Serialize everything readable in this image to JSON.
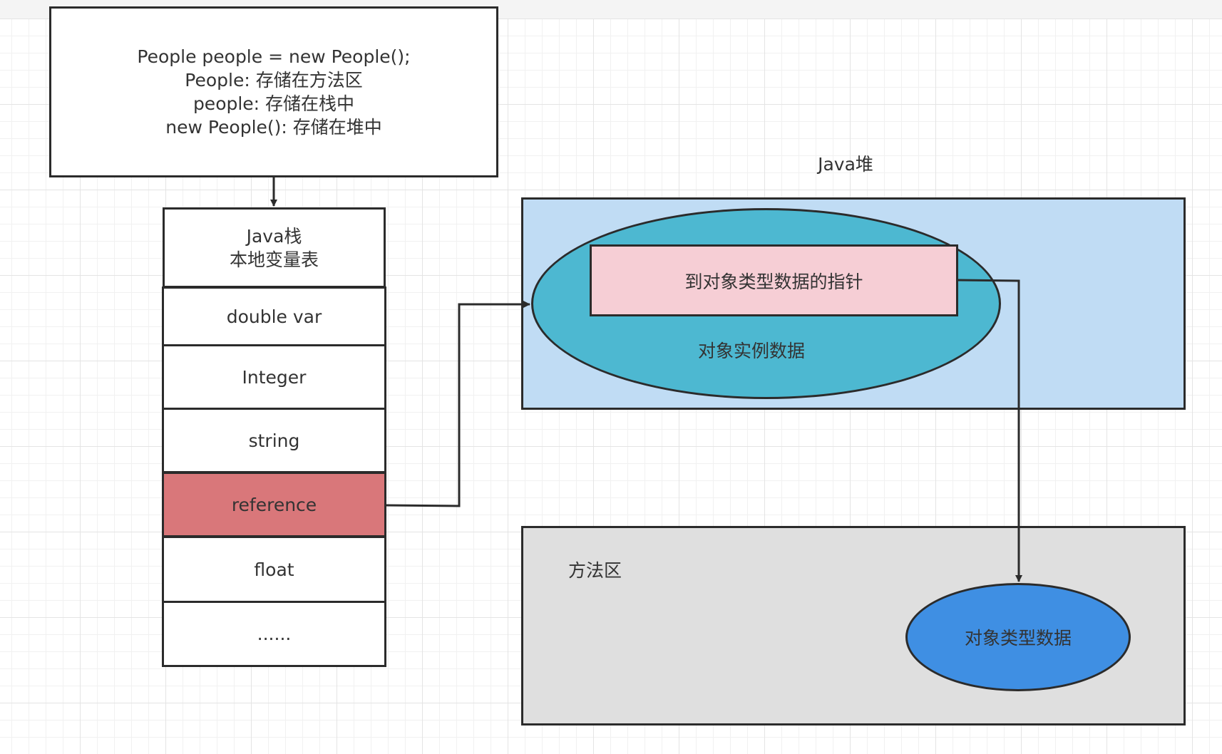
{
  "code_box": {
    "lines": [
      "People people = new People();",
      "People: 存储在方法区",
      "people: 存储在栈中",
      "new People(): 存储在堆中"
    ]
  },
  "java_stack": {
    "header_lines": [
      "Java栈",
      "本地变量表"
    ],
    "cells": [
      "double var",
      "Integer",
      "string",
      "reference",
      "float",
      "......"
    ]
  },
  "java_heap": {
    "title": "Java堆",
    "instance_label": "对象实例数据",
    "pointer_label": "到对象类型数据的指针"
  },
  "method_area": {
    "title": "方法区",
    "type_data_label": "对象类型数据"
  },
  "colors": {
    "reference_cell": "#d9777a",
    "heap_fill": "#c0dcf4",
    "instance_oval": "#4db8d1",
    "pointer_box": "#f6ced5",
    "method_area_fill": "#dfdfdf",
    "type_oval": "#3f8fe3",
    "stroke": "#2b2b2b"
  }
}
